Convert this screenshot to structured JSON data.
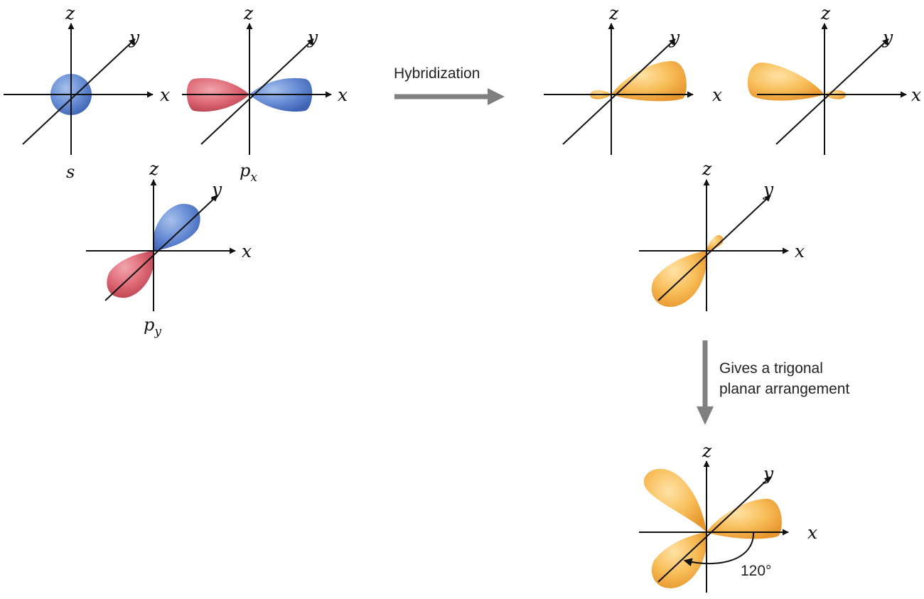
{
  "axis_labels": {
    "x": "x",
    "y": "y",
    "z": "z"
  },
  "orbitals": {
    "s": {
      "label": "s"
    },
    "px": {
      "label": "p",
      "subscript": "x"
    },
    "py": {
      "label": "p",
      "subscript": "y"
    }
  },
  "steps": {
    "hybridization": "Hybridization",
    "result_line1": "Gives a trigonal",
    "result_line2": "planar arrangement"
  },
  "angle_label": "120°",
  "colors": {
    "positive_lobe": "#5f85d2",
    "negative_lobe": "#dc6470",
    "hybrid_lobe": "#f5b24a",
    "arrow": "#808080",
    "axis": "#111111"
  }
}
